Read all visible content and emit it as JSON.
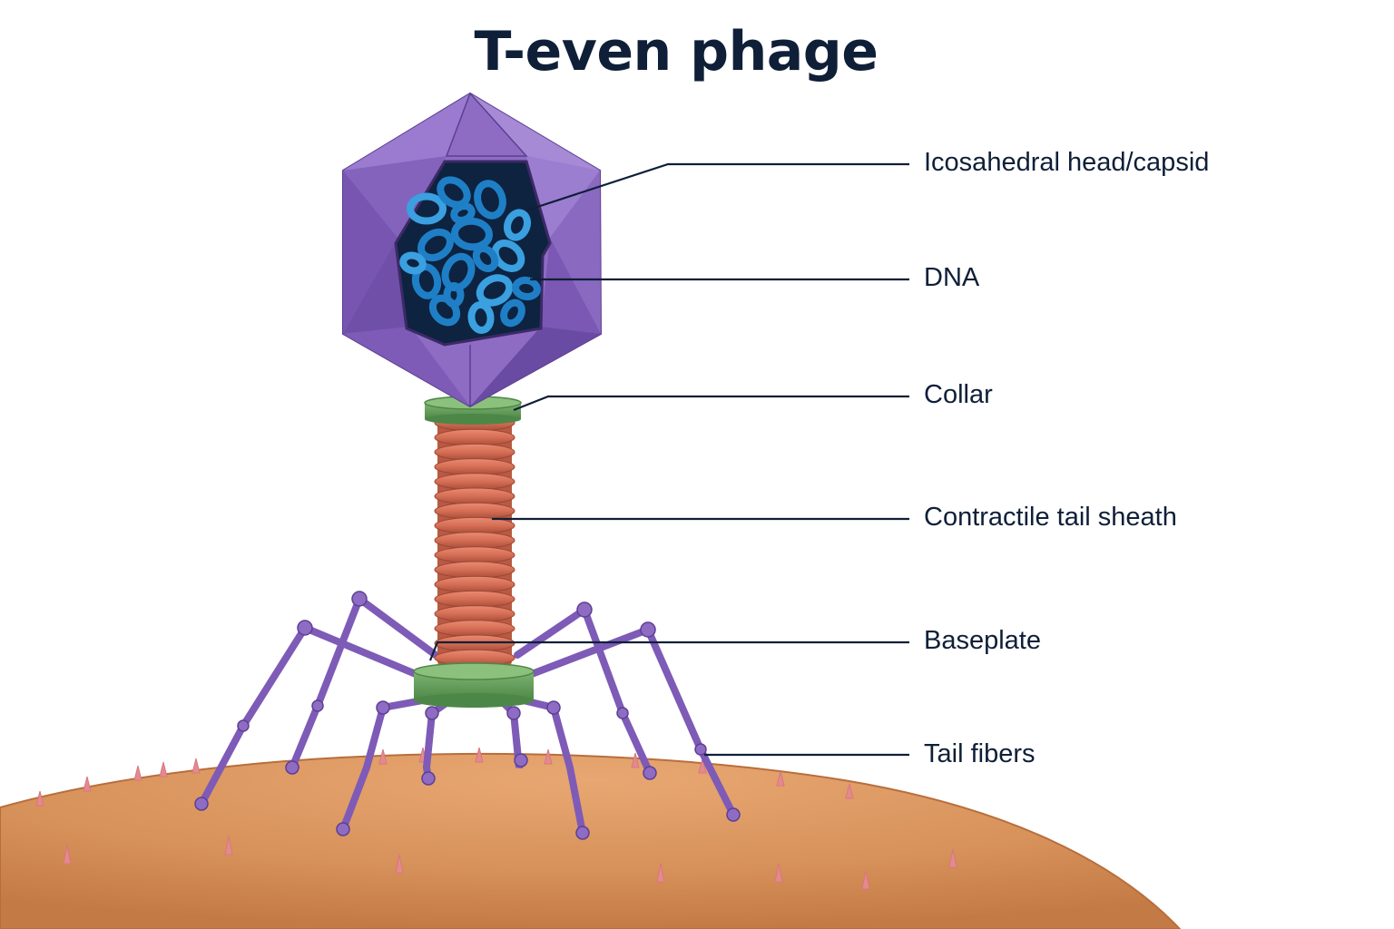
{
  "title": "T-even phage",
  "labels": [
    {
      "id": "capsid",
      "text": "Icosahedral head/capsid"
    },
    {
      "id": "dna",
      "text": "DNA"
    },
    {
      "id": "collar",
      "text": "Collar"
    },
    {
      "id": "sheath",
      "text": "Contractile tail sheath"
    },
    {
      "id": "baseplate",
      "text": "Baseplate"
    },
    {
      "id": "fibers",
      "text": "Tail fibers"
    }
  ],
  "colors": {
    "text": "#0f1f38",
    "leader_line": "#0f1f38",
    "capsid": "#8e6cc4",
    "capsid_dark": "#6f4fa8",
    "dna": "#1f7fc6",
    "dna_background": "#0d2340",
    "collar": "#5f9a55",
    "sheath": "#d56e55",
    "baseplate": "#5f9a55",
    "tail_fibers": "#7d5bb7",
    "cell_surface": "#d9945c",
    "cell_spikes": "#e48a8f"
  }
}
